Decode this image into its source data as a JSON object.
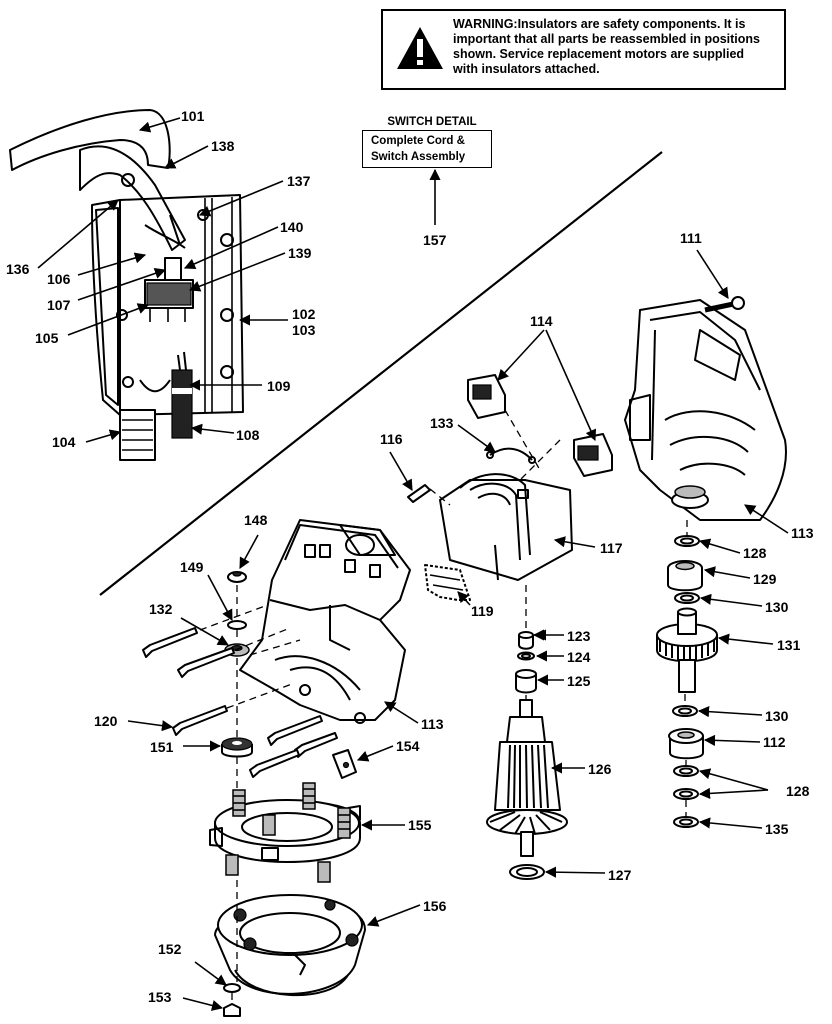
{
  "warning": {
    "lines": [
      "WARNING:Insulators are safety components.  It is",
      "important that all parts be reassembled in positions",
      "shown.  Service replacement motors are supplied",
      "with insulators attached."
    ]
  },
  "switch_detail": {
    "heading": "SWITCH DETAIL",
    "line1": "Complete Cord &",
    "line2": "Switch Assembly"
  },
  "parts": {
    "p101": "101",
    "p102": "102",
    "p103": "103",
    "p104": "104",
    "p105": "105",
    "p106": "106",
    "p107": "107",
    "p108": "108",
    "p109": "109",
    "p111": "111",
    "p112": "112",
    "p113a": "113",
    "p113b": "113",
    "p114": "114",
    "p116": "116",
    "p117": "117",
    "p119": "119",
    "p120": "120",
    "p123": "123",
    "p124": "124",
    "p125": "125",
    "p126": "126",
    "p127": "127",
    "p128a": "128",
    "p128b": "128",
    "p129": "129",
    "p130a": "130",
    "p130b": "130",
    "p131": "131",
    "p132": "132",
    "p133": "133",
    "p135": "135",
    "p136": "136",
    "p137": "137",
    "p138": "138",
    "p139": "139",
    "p140": "140",
    "p148": "148",
    "p149": "149",
    "p151": "151",
    "p152": "152",
    "p153": "153",
    "p154": "154",
    "p155": "155",
    "p156": "156",
    "p157": "157"
  }
}
